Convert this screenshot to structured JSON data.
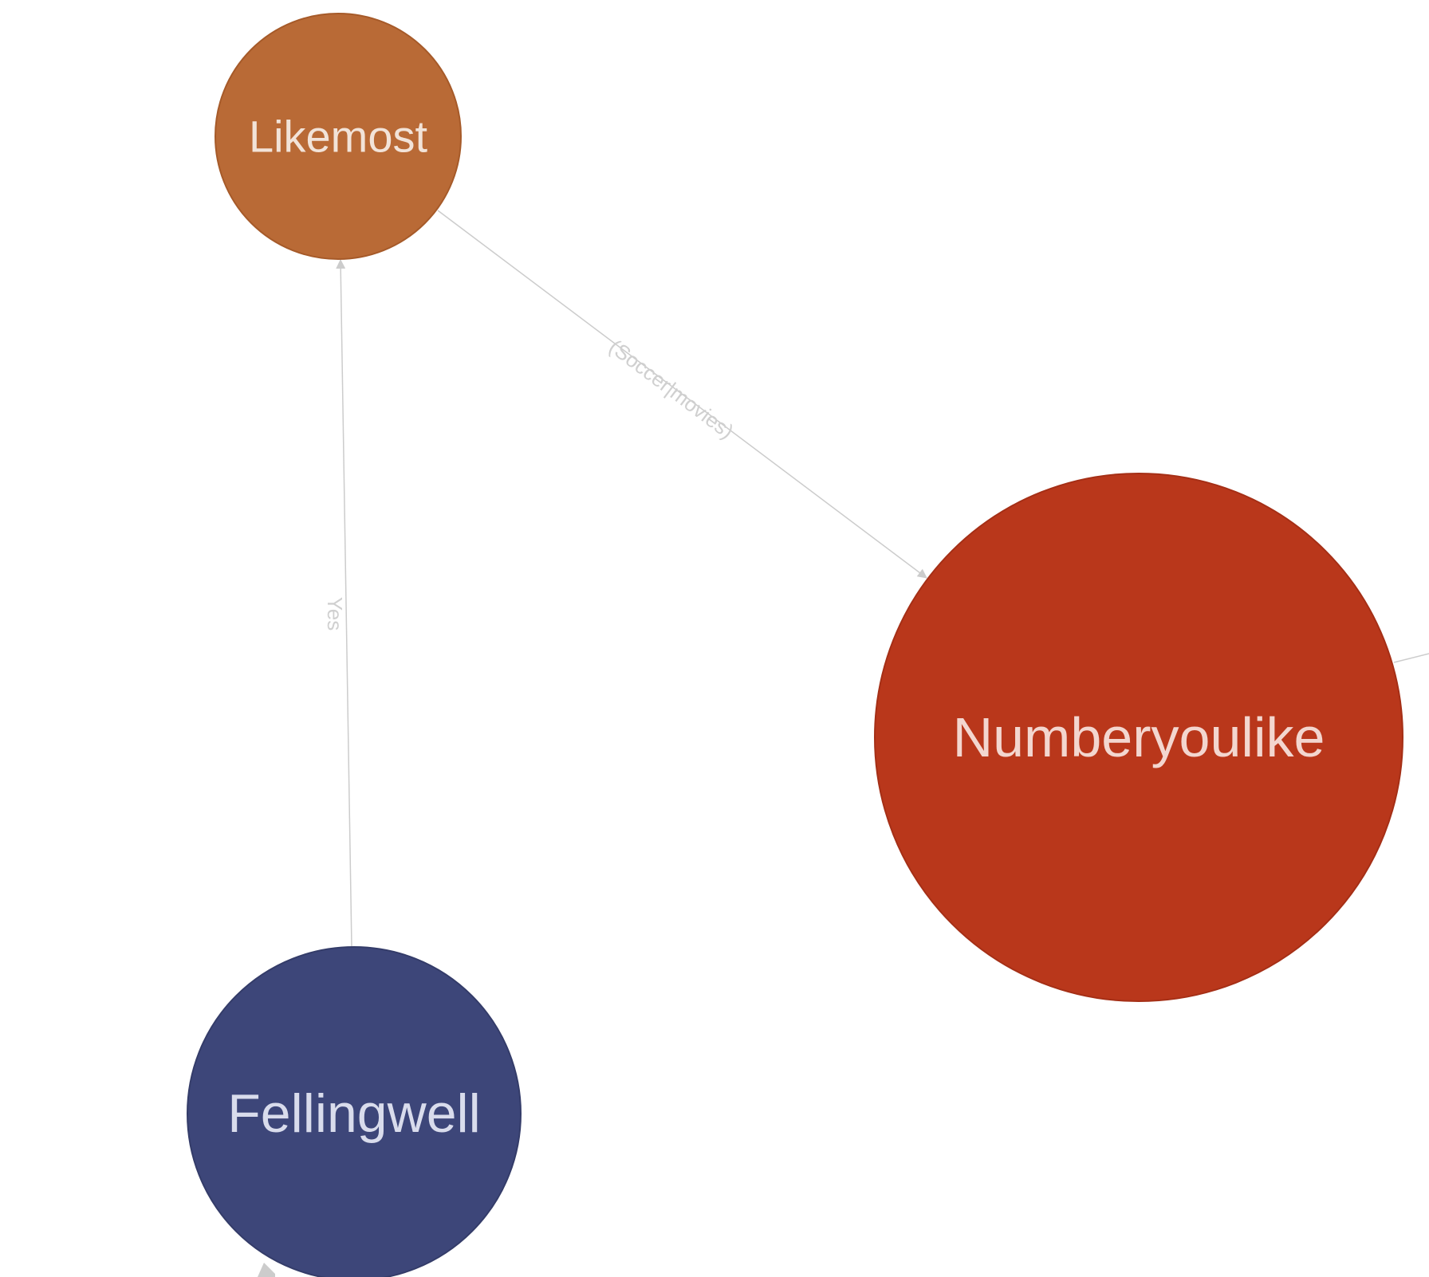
{
  "graph": {
    "nodes": [
      {
        "id": "likemost",
        "label": "Likemost",
        "fill": "#b96a36",
        "stroke": "#a65a29",
        "text_color": "#f2e3d8"
      },
      {
        "id": "numberyoulike",
        "label": "Numberyoulike",
        "fill": "#b9371b",
        "stroke": "#a52f16",
        "text_color": "#f3d6cf"
      },
      {
        "id": "fellingwell",
        "label": "Fellingwell",
        "fill": "#3d4679",
        "stroke": "#343c69",
        "text_color": "#d9dcec"
      }
    ],
    "edges": [
      {
        "id": "fellingwell-to-likemost",
        "from": "fellingwell",
        "to": "likemost",
        "label": "Yes"
      },
      {
        "id": "likemost-to-numberyoulike",
        "from": "likemost",
        "to": "numberyoulike",
        "label": "(Soccer|movies)"
      }
    ],
    "colors": {
      "edge": "#cccccc",
      "edge_label": "#d0d0d0",
      "background": "#ffffff"
    }
  }
}
